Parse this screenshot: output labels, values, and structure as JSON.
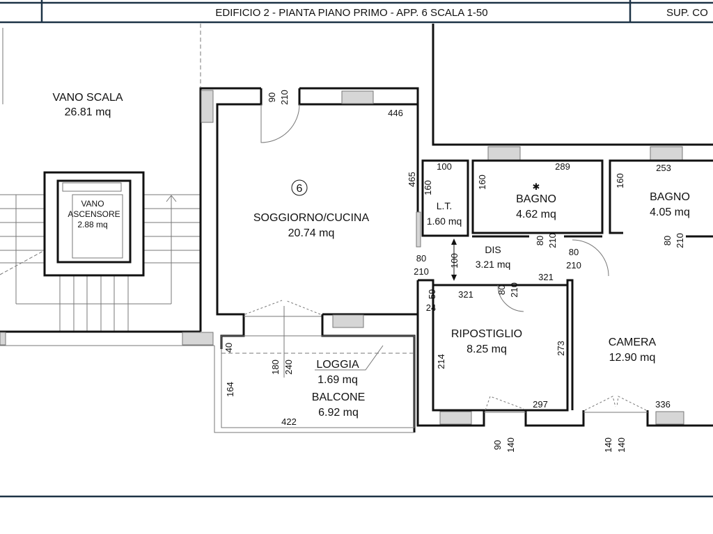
{
  "title_block": {
    "title": "EDIFICIO 2 -  PIANTA PIANO PRIMO - APP. 6 SCALA 1-50",
    "right_label": "SUP. CO"
  },
  "unit_number": "6",
  "rooms": [
    {
      "name": "VANO SCALA",
      "area": "26.81 mq"
    },
    {
      "name": "VANO",
      "name2": "ASCENSORE",
      "area": "2.88 mq"
    },
    {
      "name": "SOGGIORNO/CUCINA",
      "area": "20.74 mq"
    },
    {
      "name": "L.T.",
      "area": "1.60 mq"
    },
    {
      "name": "BAGNO",
      "area": "4.62 mq"
    },
    {
      "name": "BAGNO",
      "area": "4.05 mq"
    },
    {
      "name": "DIS",
      "area": "3.21 mq"
    },
    {
      "name": "RIPOSTIGLIO",
      "area": "8.25 mq"
    },
    {
      "name": "CAMERA",
      "area": "12.90 mq"
    },
    {
      "name": "LOGGIA",
      "area": "1.69 mq"
    },
    {
      "name": "BALCONE",
      "area": "6.92 mq"
    }
  ],
  "dimensions": {
    "sogg_door_w": "90",
    "sogg_door_h": "210",
    "sogg_width": "446",
    "sogg_depth": "465",
    "lt_w": "100",
    "lt_d": "160",
    "bagno1_w": "289",
    "bagno1_d": "160",
    "bagno2_w": "253",
    "bagno2_d": "160",
    "bagno1_door_w": "80",
    "bagno1_door_h": "210",
    "bagno2_door_w": "80",
    "bagno2_door_h": "210",
    "dis_door_w": "80",
    "dis_door_h": "210",
    "entry_door_w": "80",
    "entry_door_h": "210",
    "corridor": "100",
    "rip_door_w": "80",
    "rip_door_h": "210",
    "dis_len": "321",
    "rip_top": "321",
    "rip_59": "59",
    "rip_24": "24",
    "rip_left": "214",
    "rip_right": "273",
    "rip_bottom": "297",
    "camera_bottom": "336",
    "loggia_win_w": "180",
    "loggia_win_h": "240",
    "balc_40": "40",
    "balc_164": "164",
    "balc_422": "422",
    "rip_win_w": "90",
    "rip_win_h": "140",
    "cam_win_w": "140",
    "cam_win_h": "140"
  },
  "symbols": {
    "bagno_mark": "✱"
  }
}
